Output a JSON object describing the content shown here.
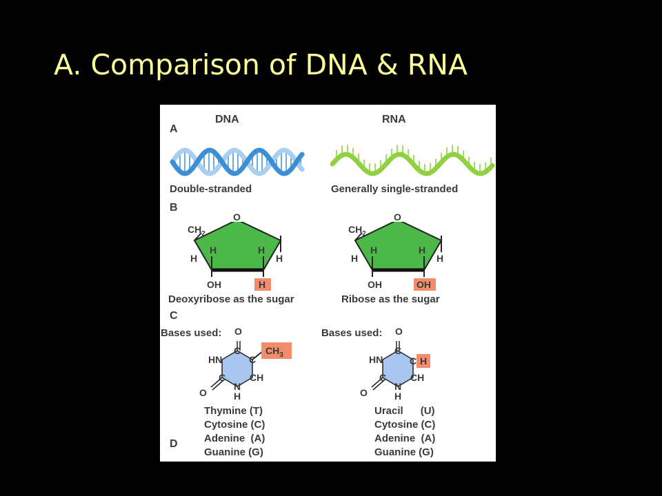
{
  "slide": {
    "title": "A. Comparison of DNA & RNA"
  },
  "figure": {
    "sections": [
      "A",
      "B",
      "C",
      "D"
    ],
    "dna": {
      "heading": "DNA",
      "strand_label": "Double-stranded",
      "sugar_label": "Deoxyribose as the sugar",
      "sugar_highlight": "H",
      "bases_label": "Bases used:",
      "base_highlight": "CH",
      "bases": [
        "Thymine (T)",
        "Cytosine (C)",
        "Adenine  (A)",
        "Guanine (G)"
      ]
    },
    "rna": {
      "heading": "RNA",
      "strand_label": "Generally single-stranded",
      "sugar_label": "Ribose as the sugar",
      "sugar_highlight": "OH",
      "bases_label": "Bases used:",
      "base_highlight": "H",
      "bases": [
        "Uracil      (U)",
        "Cytosine (C)",
        "Adenine  (A)",
        "Guanine (G)"
      ]
    },
    "atoms": {
      "ch2": "CH",
      "two": "2",
      "three": "3",
      "o": "O",
      "h": "H",
      "oh": "OH",
      "c": "C",
      "hn": "HN",
      "n": "N",
      "ch": "CH"
    },
    "colors": {
      "dna_helix_dark": "#3c8fd4",
      "dna_helix_light": "#a9cff0",
      "rna_strand": "#8fd13f",
      "sugar_fill": "#4cb848",
      "base_fill": "#a9c6f0",
      "highlight": "#f28c6a"
    }
  }
}
